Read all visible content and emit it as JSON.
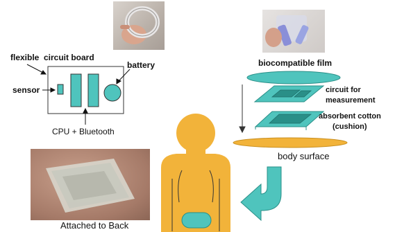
{
  "device": {
    "flexible_label": "flexible",
    "circuit_board_label": "circuit board",
    "battery_label": "battery",
    "sensor_label": "sensor",
    "cpu_label": "CPU + Bluetooth"
  },
  "layers": {
    "film_label": "biocompatible film",
    "circuit_label_line1": "circuit for",
    "circuit_label_line2": "measurement",
    "cotton_label_line1": "absorbent cotton",
    "cotton_label_line2": "(cushion)",
    "body_surface_label": "body surface"
  },
  "photo_caption": "Attached to Back",
  "colors": {
    "teal": "#4fc4bd",
    "teal_dark": "#2a8f88",
    "body_orange": "#f2b33a",
    "skin": "#c79a86"
  }
}
